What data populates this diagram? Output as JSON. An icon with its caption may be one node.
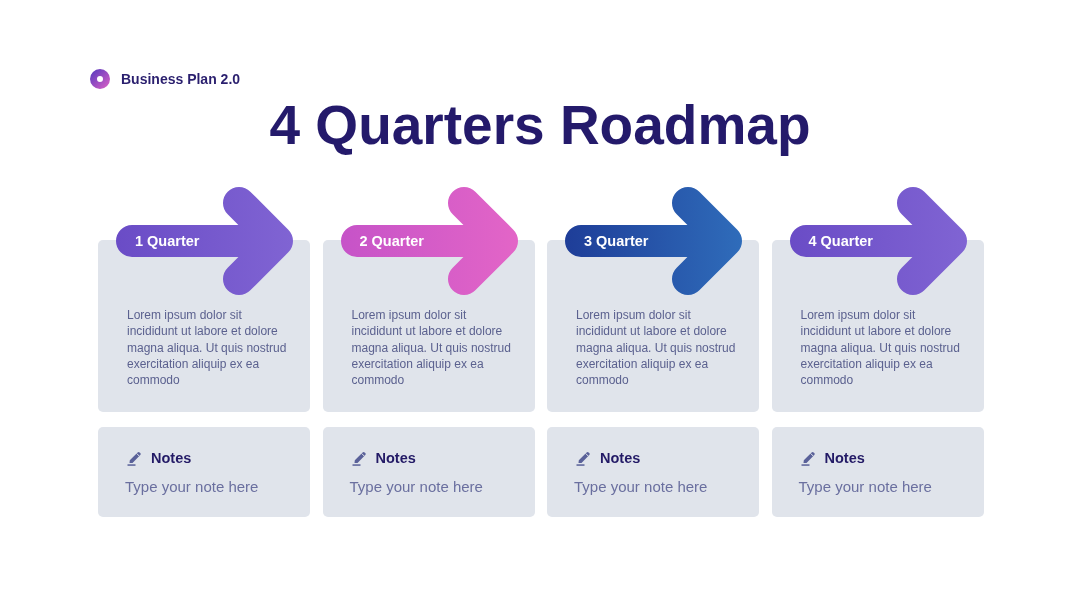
{
  "diagram": {
    "title": "4 Quarters Roadmap",
    "nodes": [
      {
        "text": [
          "1 Quarter"
        ]
      },
      {
        "text": [
          "Lorem ipsum dolor sit incididunt ut labore et dolore magna aliqua. Ut quis nostrud exercitation aliquip ex ea commodo"
        ]
      },
      {
        "text": [
          "2 Quarter"
        ]
      },
      {
        "text": [
          "Lorem ipsum dolor sit incididunt ut labore et dolore magna aliqua. Ut quis nostrud exercitation aliquip ex ea commodo"
        ]
      },
      {
        "text": [
          "3 Quarter"
        ]
      },
      {
        "text": [
          "Lorem ipsum dolor sit incididunt ut labore et dolore magna aliqua. Ut quis nostrud exercitation aliquip ex ea commodo"
        ]
      },
      {
        "text": [
          "4 Quarter"
        ]
      },
      {
        "text": [
          "Lorem ipsum dolor sit incididunt ut labore et dolore magna aliqua. Ut quis nostrud exercitation aliquip ex ea commodo"
        ]
      },
      {
        "text": [
          "Notes",
          "Type your note here"
        ]
      },
      {
        "text": [
          "Notes",
          "Type your note here"
        ]
      },
      {
        "text": [
          "Notes",
          "Type your note here"
        ]
      },
      {
        "text": [
          "Notes",
          "Type your note here"
        ]
      }
    ],
    "labels": [
      "Business Plan 2.0"
    ]
  }
}
